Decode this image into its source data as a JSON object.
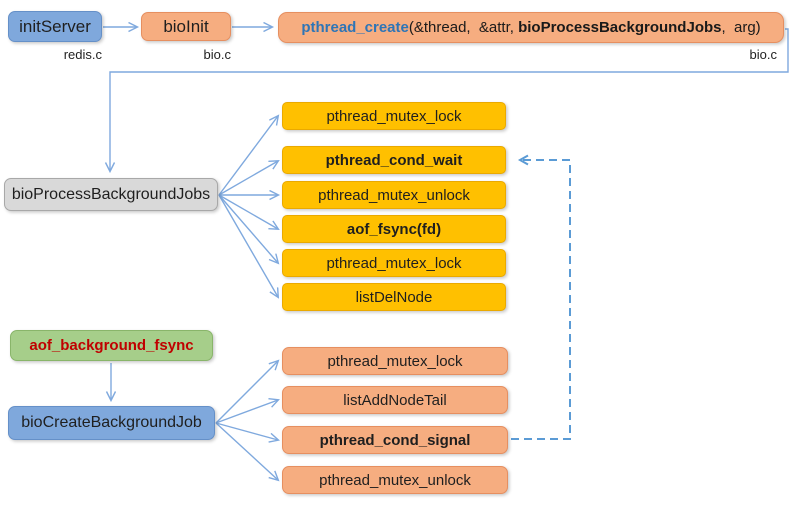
{
  "diagram": {
    "top_row": {
      "init_server": {
        "label": "initServer",
        "file": "redis.c"
      },
      "bio_init": {
        "label": "bioInit",
        "file": "bio.c"
      },
      "pthread_create": {
        "fn": "pthread_create",
        "args_pre": "(&thread,  &attr, ",
        "callback": "bioProcessBackgroundJobs",
        "args_post": ",  arg)",
        "file": "bio.c"
      }
    },
    "worker": {
      "label": "bioProcessBackgroundJobs",
      "calls": [
        {
          "label": "pthread_mutex_lock"
        },
        {
          "label": "pthread_cond_wait"
        },
        {
          "label": "pthread_mutex_unlock"
        },
        {
          "label": "aof_fsync(fd)"
        },
        {
          "label": "pthread_mutex_lock"
        },
        {
          "label": "listDelNode"
        }
      ]
    },
    "producer": {
      "trigger": "aof_background_fsync",
      "label": "bioCreateBackgroundJob",
      "calls": [
        {
          "label": "pthread_mutex_lock"
        },
        {
          "label": "listAddNodeTail"
        },
        {
          "label": "pthread_cond_signal"
        },
        {
          "label": "pthread_mutex_unlock"
        }
      ]
    },
    "colors": {
      "blue_box": "#7fa8dc",
      "orange_box": "#f6ad80",
      "yellow_box": "#ffc000",
      "gray_box": "#d9d9d9",
      "green_box": "#a6ce8a",
      "arrow": "#7fa9de",
      "dashed_arrow": "#5b9bd5",
      "fn_text": "#2e75b6",
      "trigger_text": "#c00000"
    }
  }
}
